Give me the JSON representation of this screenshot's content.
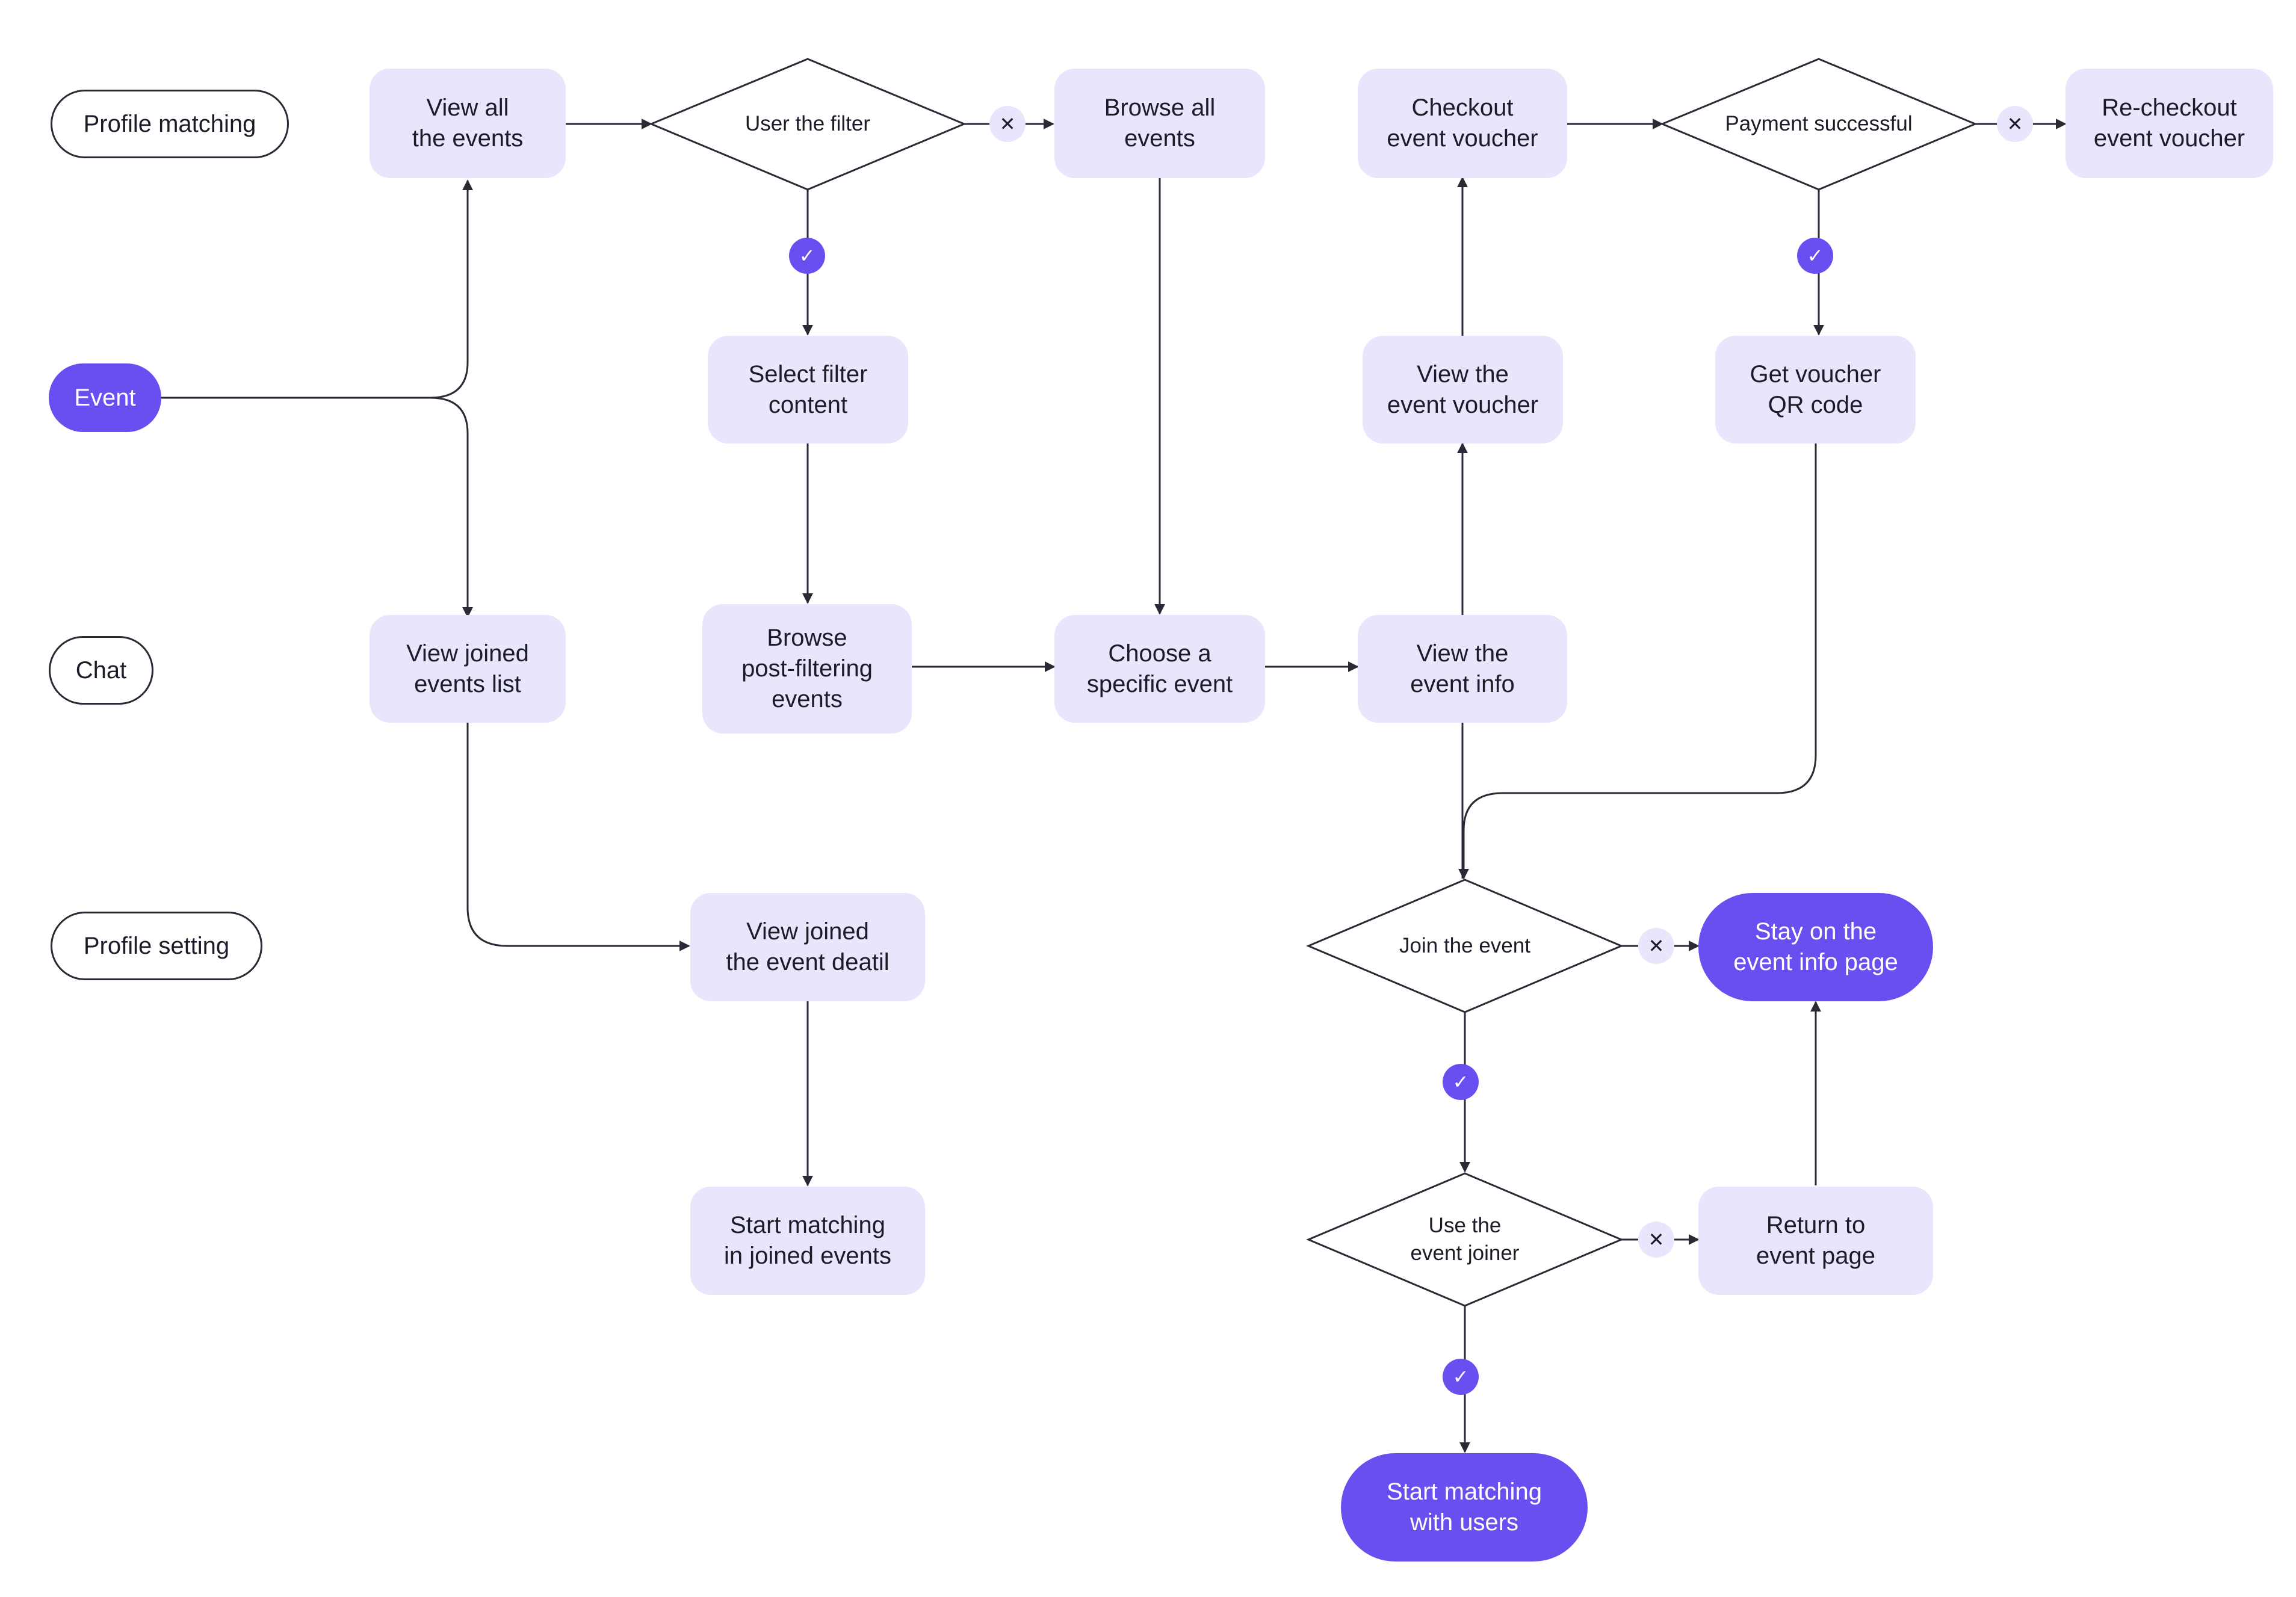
{
  "colors": {
    "accent": "#6a4ef0",
    "process_fill": "#e7e6fc",
    "line": "#2a2a36"
  },
  "sections": {
    "profile_matching": "Profile matching",
    "event": "Event",
    "chat": "Chat",
    "profile_setting": "Profile setting"
  },
  "nodes": {
    "view_all_events": "View all\nthe events",
    "user_filter": "User the filter",
    "browse_all_events": "Browse all\nevents",
    "checkout_voucher": "Checkout\nevent voucher",
    "payment_successful": "Payment successful",
    "recheckout_voucher": "Re-checkout\nevent voucher",
    "select_filter_content": "Select filter\ncontent",
    "view_event_voucher": "View the\nevent voucher",
    "get_voucher_qr": "Get voucher\nQR code",
    "view_joined_list": "View joined\nevents list",
    "browse_post_filtering": "Browse\npost-filtering\nevents",
    "choose_specific_event": "Choose a\nspecific event",
    "view_event_info": "View the\nevent info",
    "view_joined_detail": "View joined\nthe event deatil",
    "join_the_event": "Join the event",
    "stay_info_page": "Stay on the\nevent info page",
    "use_event_joiner": "Use the\nevent joiner",
    "return_event_page": "Return to\nevent page",
    "start_matching_joined": "Start matching\nin joined events",
    "start_matching_users": "Start matching\nwith users"
  },
  "badges": {
    "yes_icon": "check-icon",
    "no_icon": "cross-icon",
    "yes_symbol": "✓",
    "no_symbol": "✕"
  }
}
